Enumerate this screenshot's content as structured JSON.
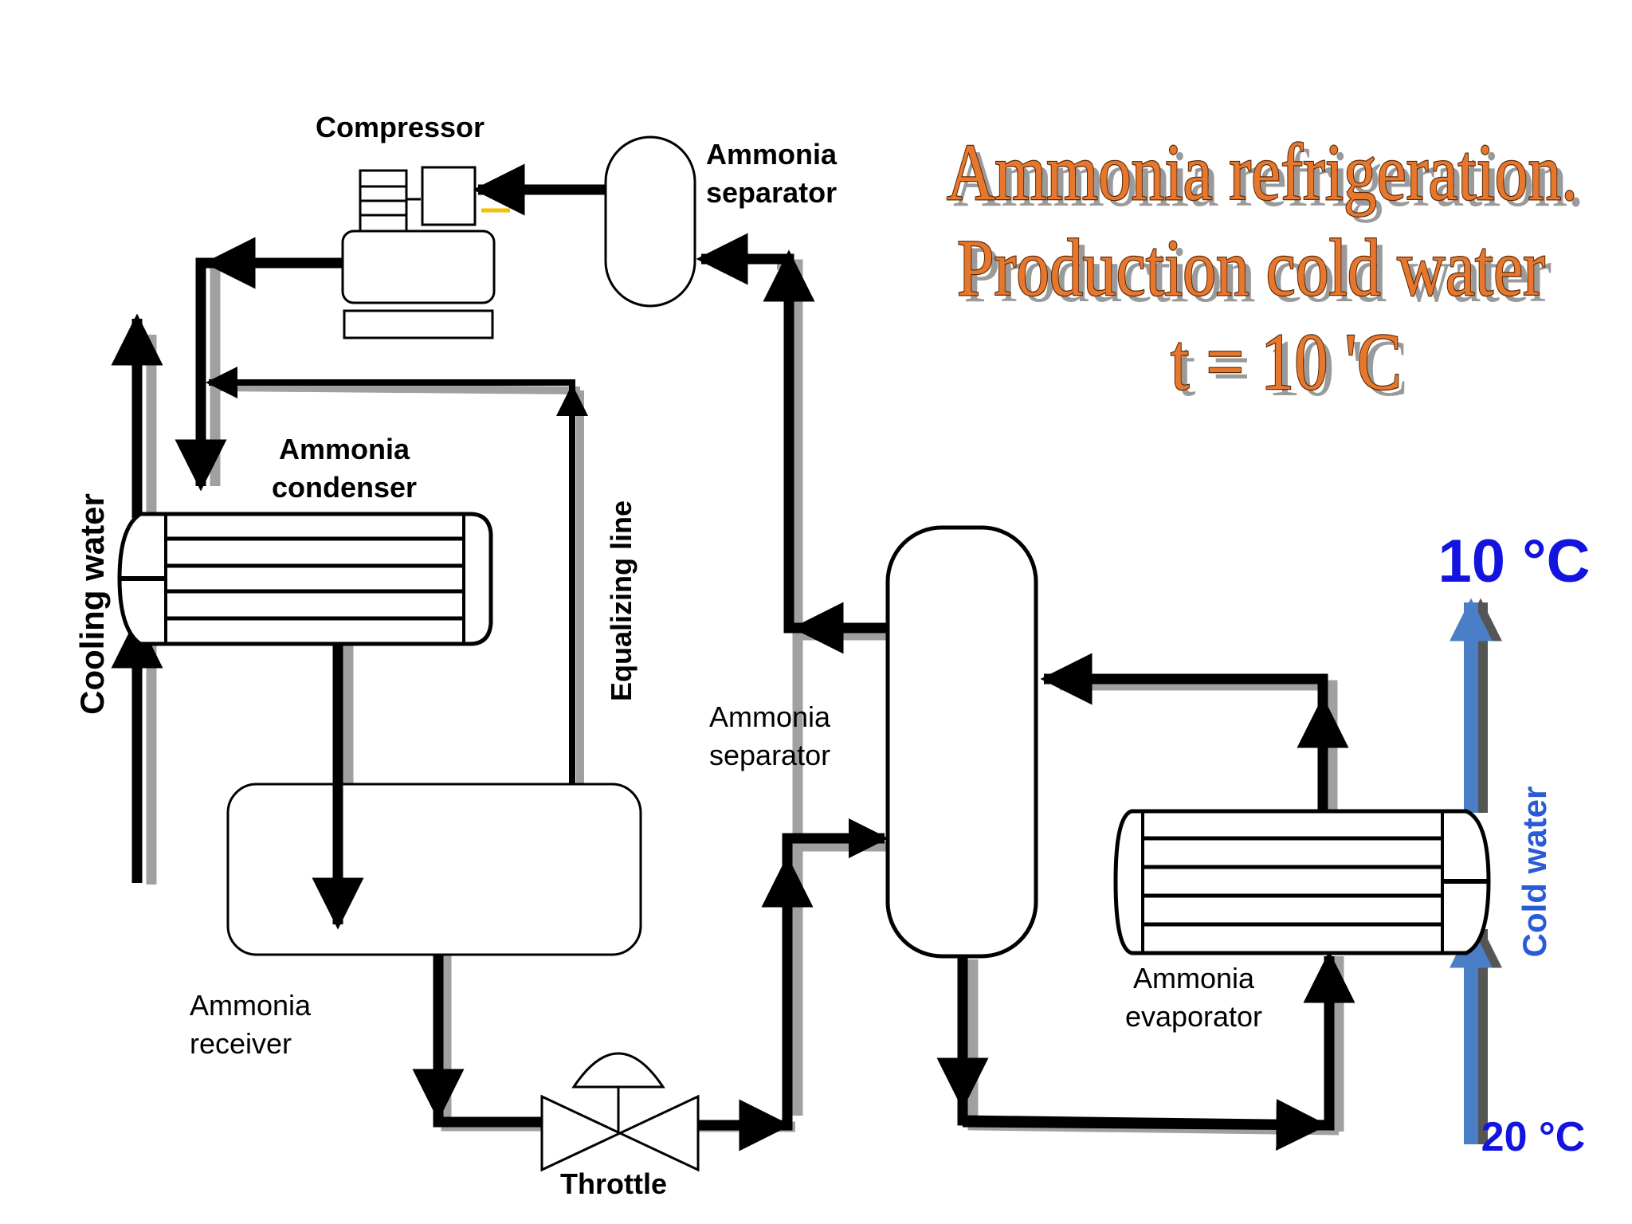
{
  "title": {
    "line1": "Ammonia refrigeration.",
    "line2": "Production cold water",
    "line3": "t = 10 'C"
  },
  "labels": {
    "compressor": "Compressor",
    "separator_top_l1": "Ammonia",
    "separator_top_l2": "separator",
    "condenser_l1": "Ammonia",
    "condenser_l2": "condenser",
    "cooling_water": "Cooling water",
    "equalizing_line": "Equalizing line",
    "separator_mid_l1": "Ammonia",
    "separator_mid_l2": "separator",
    "receiver_l1": "Ammonia",
    "receiver_l2": "receiver",
    "throttle": "Throttle",
    "evaporator_l1": "Ammonia",
    "evaporator_l2": "evaporator",
    "cold_water": "Cold water",
    "temp_out": "10 °C",
    "temp_in": "20 °C"
  },
  "colors": {
    "title_fill": "#e8772e",
    "temperature_text": "#1414e0",
    "cold_water_arrow": "#4a7fc8",
    "pipe": "#000000",
    "pipe_shadow": "#a0a0a0",
    "compressor_accent": "#f2c200"
  }
}
